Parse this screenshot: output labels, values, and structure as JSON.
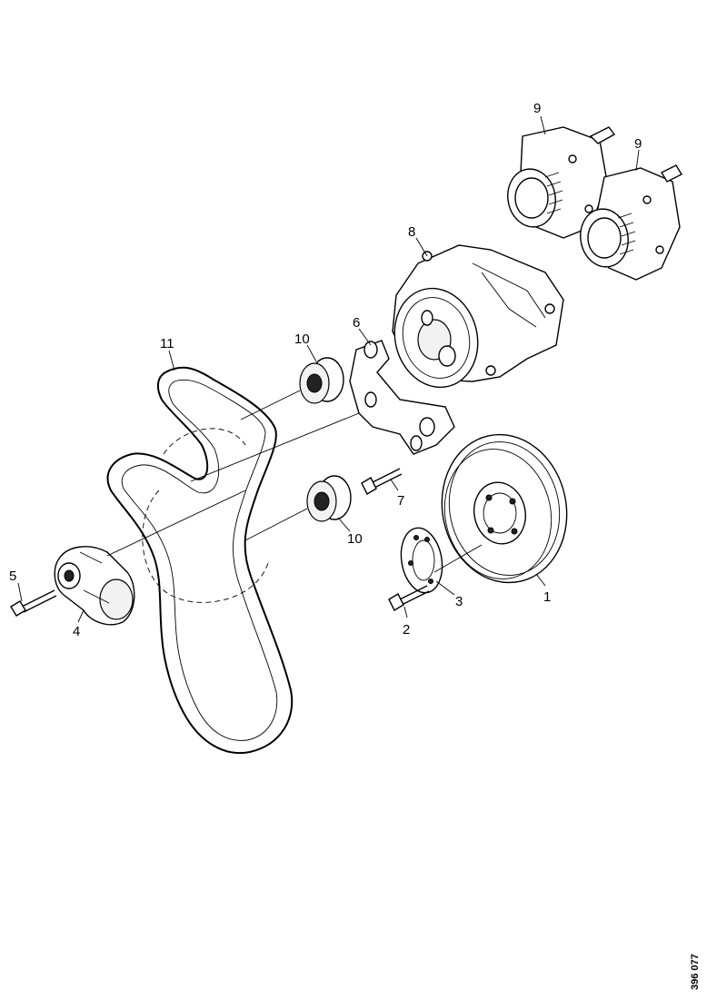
{
  "reference_number": "396 077",
  "callouts": [
    {
      "id": "1",
      "label": "1"
    },
    {
      "id": "2",
      "label": "2"
    },
    {
      "id": "3",
      "label": "3"
    },
    {
      "id": "4",
      "label": "4"
    },
    {
      "id": "5",
      "label": "5"
    },
    {
      "id": "6",
      "label": "6"
    },
    {
      "id": "7",
      "label": "7"
    },
    {
      "id": "8",
      "label": "8"
    },
    {
      "id": "9a",
      "label": "9"
    },
    {
      "id": "9b",
      "label": "9"
    },
    {
      "id": "10a",
      "label": "10"
    },
    {
      "id": "10b",
      "label": "10"
    },
    {
      "id": "11",
      "label": "11"
    }
  ],
  "parts": [
    {
      "callout": "1",
      "icon": "crankshaft-pulley"
    },
    {
      "callout": "2",
      "icon": "bolt"
    },
    {
      "callout": "3",
      "icon": "washer-plate"
    },
    {
      "callout": "4",
      "icon": "belt-tensioner"
    },
    {
      "callout": "5",
      "icon": "bolt"
    },
    {
      "callout": "6",
      "icon": "bracket"
    },
    {
      "callout": "7",
      "icon": "bolt"
    },
    {
      "callout": "8",
      "icon": "coolant-pump"
    },
    {
      "callout": "9",
      "icon": "alternator"
    },
    {
      "callout": "10",
      "icon": "idler-pulley"
    },
    {
      "callout": "11",
      "icon": "drive-belt"
    }
  ]
}
